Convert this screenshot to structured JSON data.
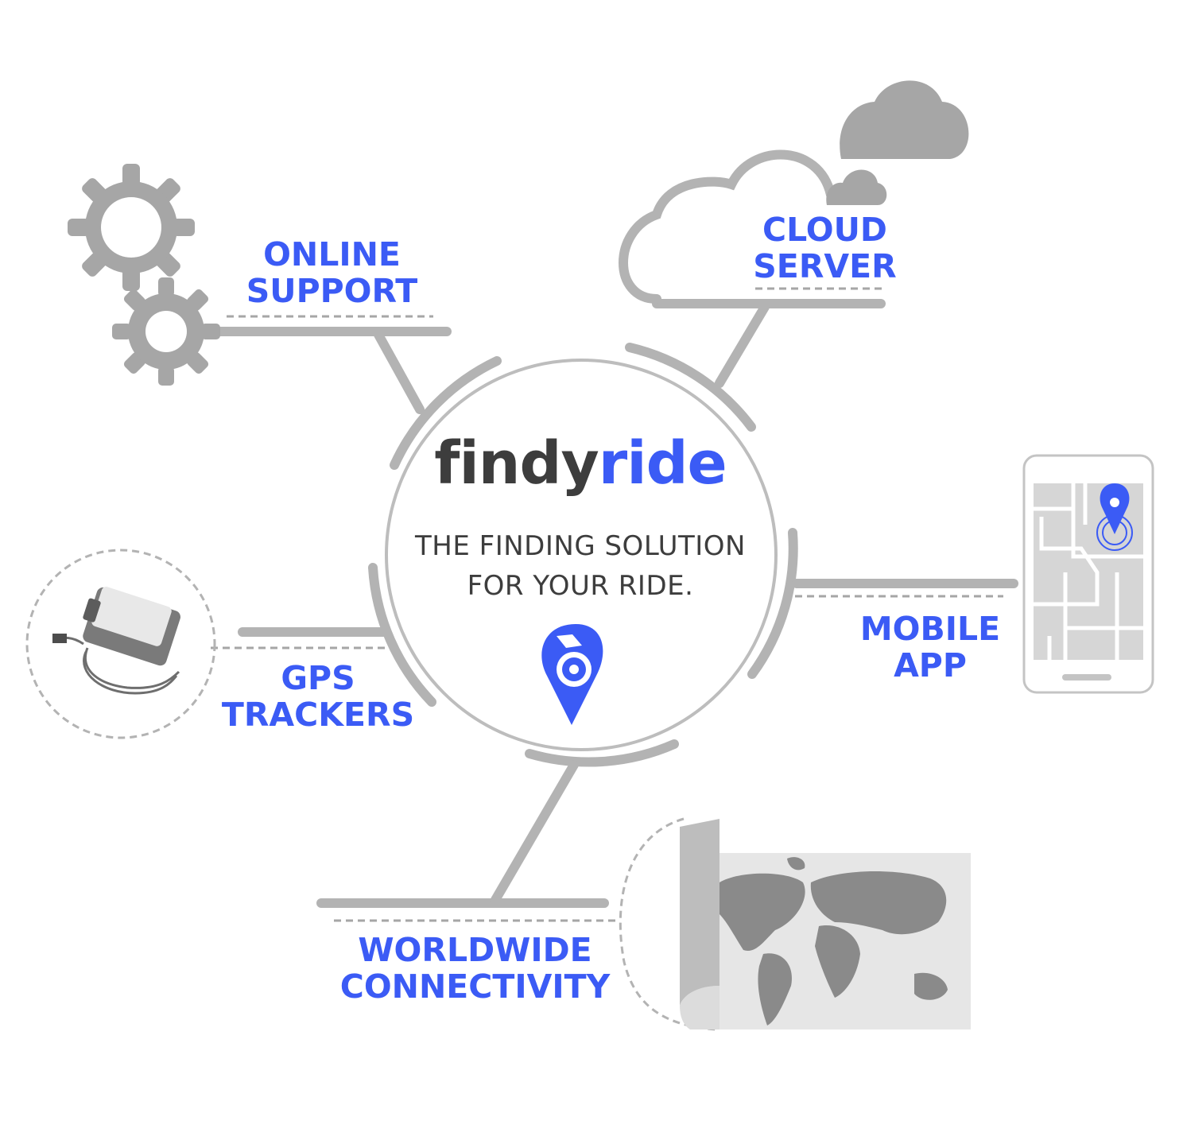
{
  "brand": {
    "part1": "findy",
    "part2": "ride"
  },
  "tagline": {
    "line1": "THE FINDING SOLUTION",
    "line2": "FOR YOUR RIDE."
  },
  "nodes": {
    "online_support": {
      "line1": "ONLINE",
      "line2": "SUPPORT"
    },
    "cloud_server": {
      "line1": "CLOUD",
      "line2": "SERVER"
    },
    "mobile_app": {
      "line1": "MOBILE",
      "line2": "APP"
    },
    "gps_trackers": {
      "line1": "GPS",
      "line2": "TRACKERS"
    },
    "worldwide": {
      "line1": "WORLDWIDE",
      "line2": "CONNECTIVITY"
    }
  },
  "colors": {
    "accent": "#3b5bf5",
    "line_gray": "#b3b3b3",
    "icon_gray": "#a6a6a6",
    "text_dark": "#3d3d3d"
  }
}
